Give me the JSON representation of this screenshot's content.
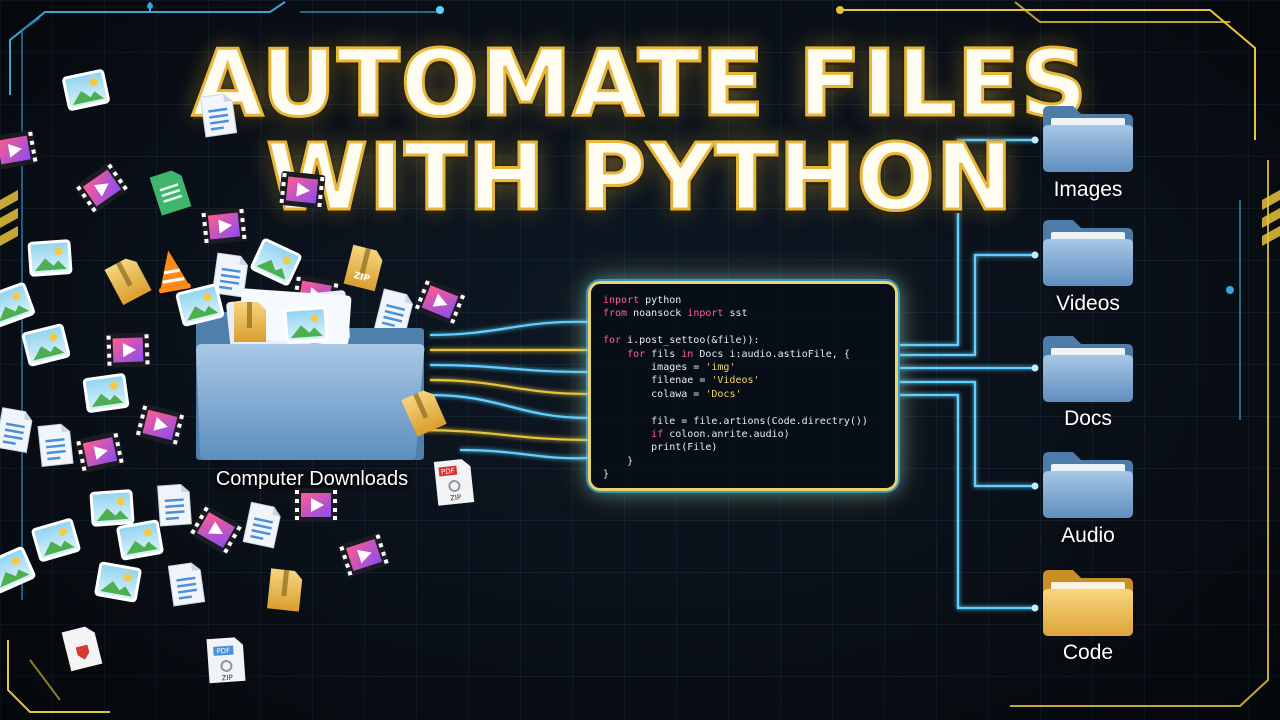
{
  "title": {
    "line1": "AUTOMATE FILES",
    "line2": "WITH PYTHON"
  },
  "source_folder": {
    "label": "Computer Downloads",
    "icon": "folder-icon"
  },
  "code_panel": {
    "lines": [
      [
        "kw:inport",
        "txt: python"
      ],
      [
        "kw:from",
        "txt: noansock ",
        "kw:inport",
        "txt: sst"
      ],
      [
        "txt:"
      ],
      [
        "kw:for",
        "txt: i.post_settoo(&file)):"
      ],
      [
        "txt:    ",
        "kw:for",
        "txt: fils ",
        "kw:in",
        "txt: Docs i:audio.astioFile, {"
      ],
      [
        "txt:        images = ",
        "str:'img'"
      ],
      [
        "txt:        filenae = ",
        "str:'Videos'"
      ],
      [
        "txt:        colawa = ",
        "str:'Docs'"
      ],
      [
        "txt:"
      ],
      [
        "txt:        file = file.artions(Code.directry())"
      ],
      [
        "txt:        ",
        "kw:if",
        "txt: coloon.anrite.audio)"
      ],
      [
        "txt:        print(File)"
      ],
      [
        "txt:    }"
      ],
      [
        "txt:}"
      ]
    ]
  },
  "destination_folders": [
    {
      "label": "Images",
      "icon": "folder-icon"
    },
    {
      "label": "Videos",
      "icon": "folder-icon"
    },
    {
      "label": "Docs",
      "icon": "folder-icon"
    },
    {
      "label": "Audio",
      "icon": "folder-icon"
    },
    {
      "label": "Code",
      "icon": "folder-icon"
    }
  ],
  "scattered_files": {
    "types": [
      "image-file-icon",
      "document-file-icon",
      "video-file-icon",
      "zip-file-icon",
      "pdf-file-icon",
      "vlc-icon"
    ],
    "zip_label": "ZIP",
    "pdf_label": "PDF"
  },
  "colors": {
    "title_fill": "#fffdf2",
    "title_outline": "#e8b73a",
    "circuit_cyan": "#5fd0ff",
    "circuit_yellow": "#e7c43a",
    "folder_blue": "#6f9fc9",
    "folder_yellow": "#e9b94a",
    "code_keyword": "#ff5ca0",
    "code_string": "#f5d46a"
  }
}
